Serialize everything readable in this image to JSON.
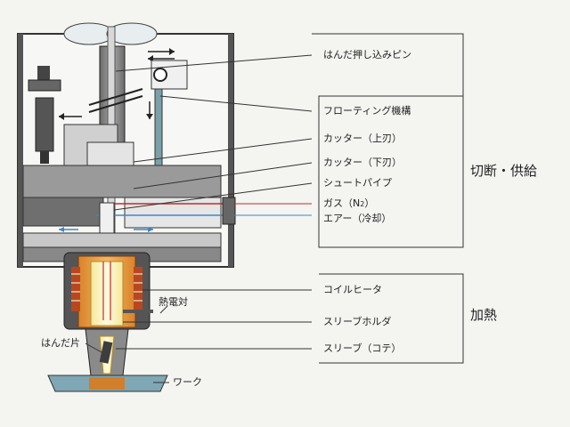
{
  "labels": {
    "solder_push_pin": "はんだ押し込みピン",
    "floating_mechanism": "フローティング機構",
    "cutter_upper": "カッター（上刃）",
    "cutter_lower": "カッター（下刃）",
    "chute_pipe": "シュートパイプ",
    "gas_prefix": "ガス（N",
    "gas_sub": "2",
    "gas_suffix": "）",
    "air_cooling": "エアー（冷却）",
    "coil_heater": "コイルヒータ",
    "sleeve_holder": "スリーブホルダ",
    "sleeve_iron": "スリーブ（コテ）",
    "thermocouple": "熱電対",
    "solder_piece": "はんだ片",
    "workpiece": "ワーク"
  },
  "sections": {
    "cut_feed": "切断・供給",
    "heating": "加熱"
  },
  "colors": {
    "gas_line": "#c62a2a",
    "air_line": "#3e86c8",
    "heater": "#d9822b",
    "workpiece": "#7fa7b5"
  }
}
